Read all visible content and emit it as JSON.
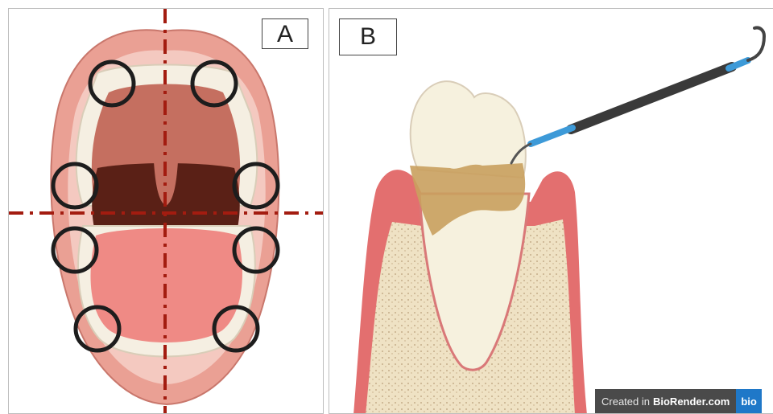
{
  "panel_a": {
    "label": "A"
  },
  "panel_b": {
    "label": "B"
  },
  "watermark": {
    "prefix": "Created in",
    "brand": "BioRender.com",
    "logo": "bio"
  },
  "colors": {
    "lip": "#eaa094",
    "gum": "#e36f6f",
    "palate": "#c56f60",
    "throat": "#5a2016",
    "tongue": "#ef8a85",
    "guide_line": "#a31c10",
    "marker": "#1d1d1d",
    "bone": "#efe2c4",
    "tooth": "#f6f1de",
    "calculus": "#c9a05e",
    "probe_tip": "#3d9ad8"
  }
}
